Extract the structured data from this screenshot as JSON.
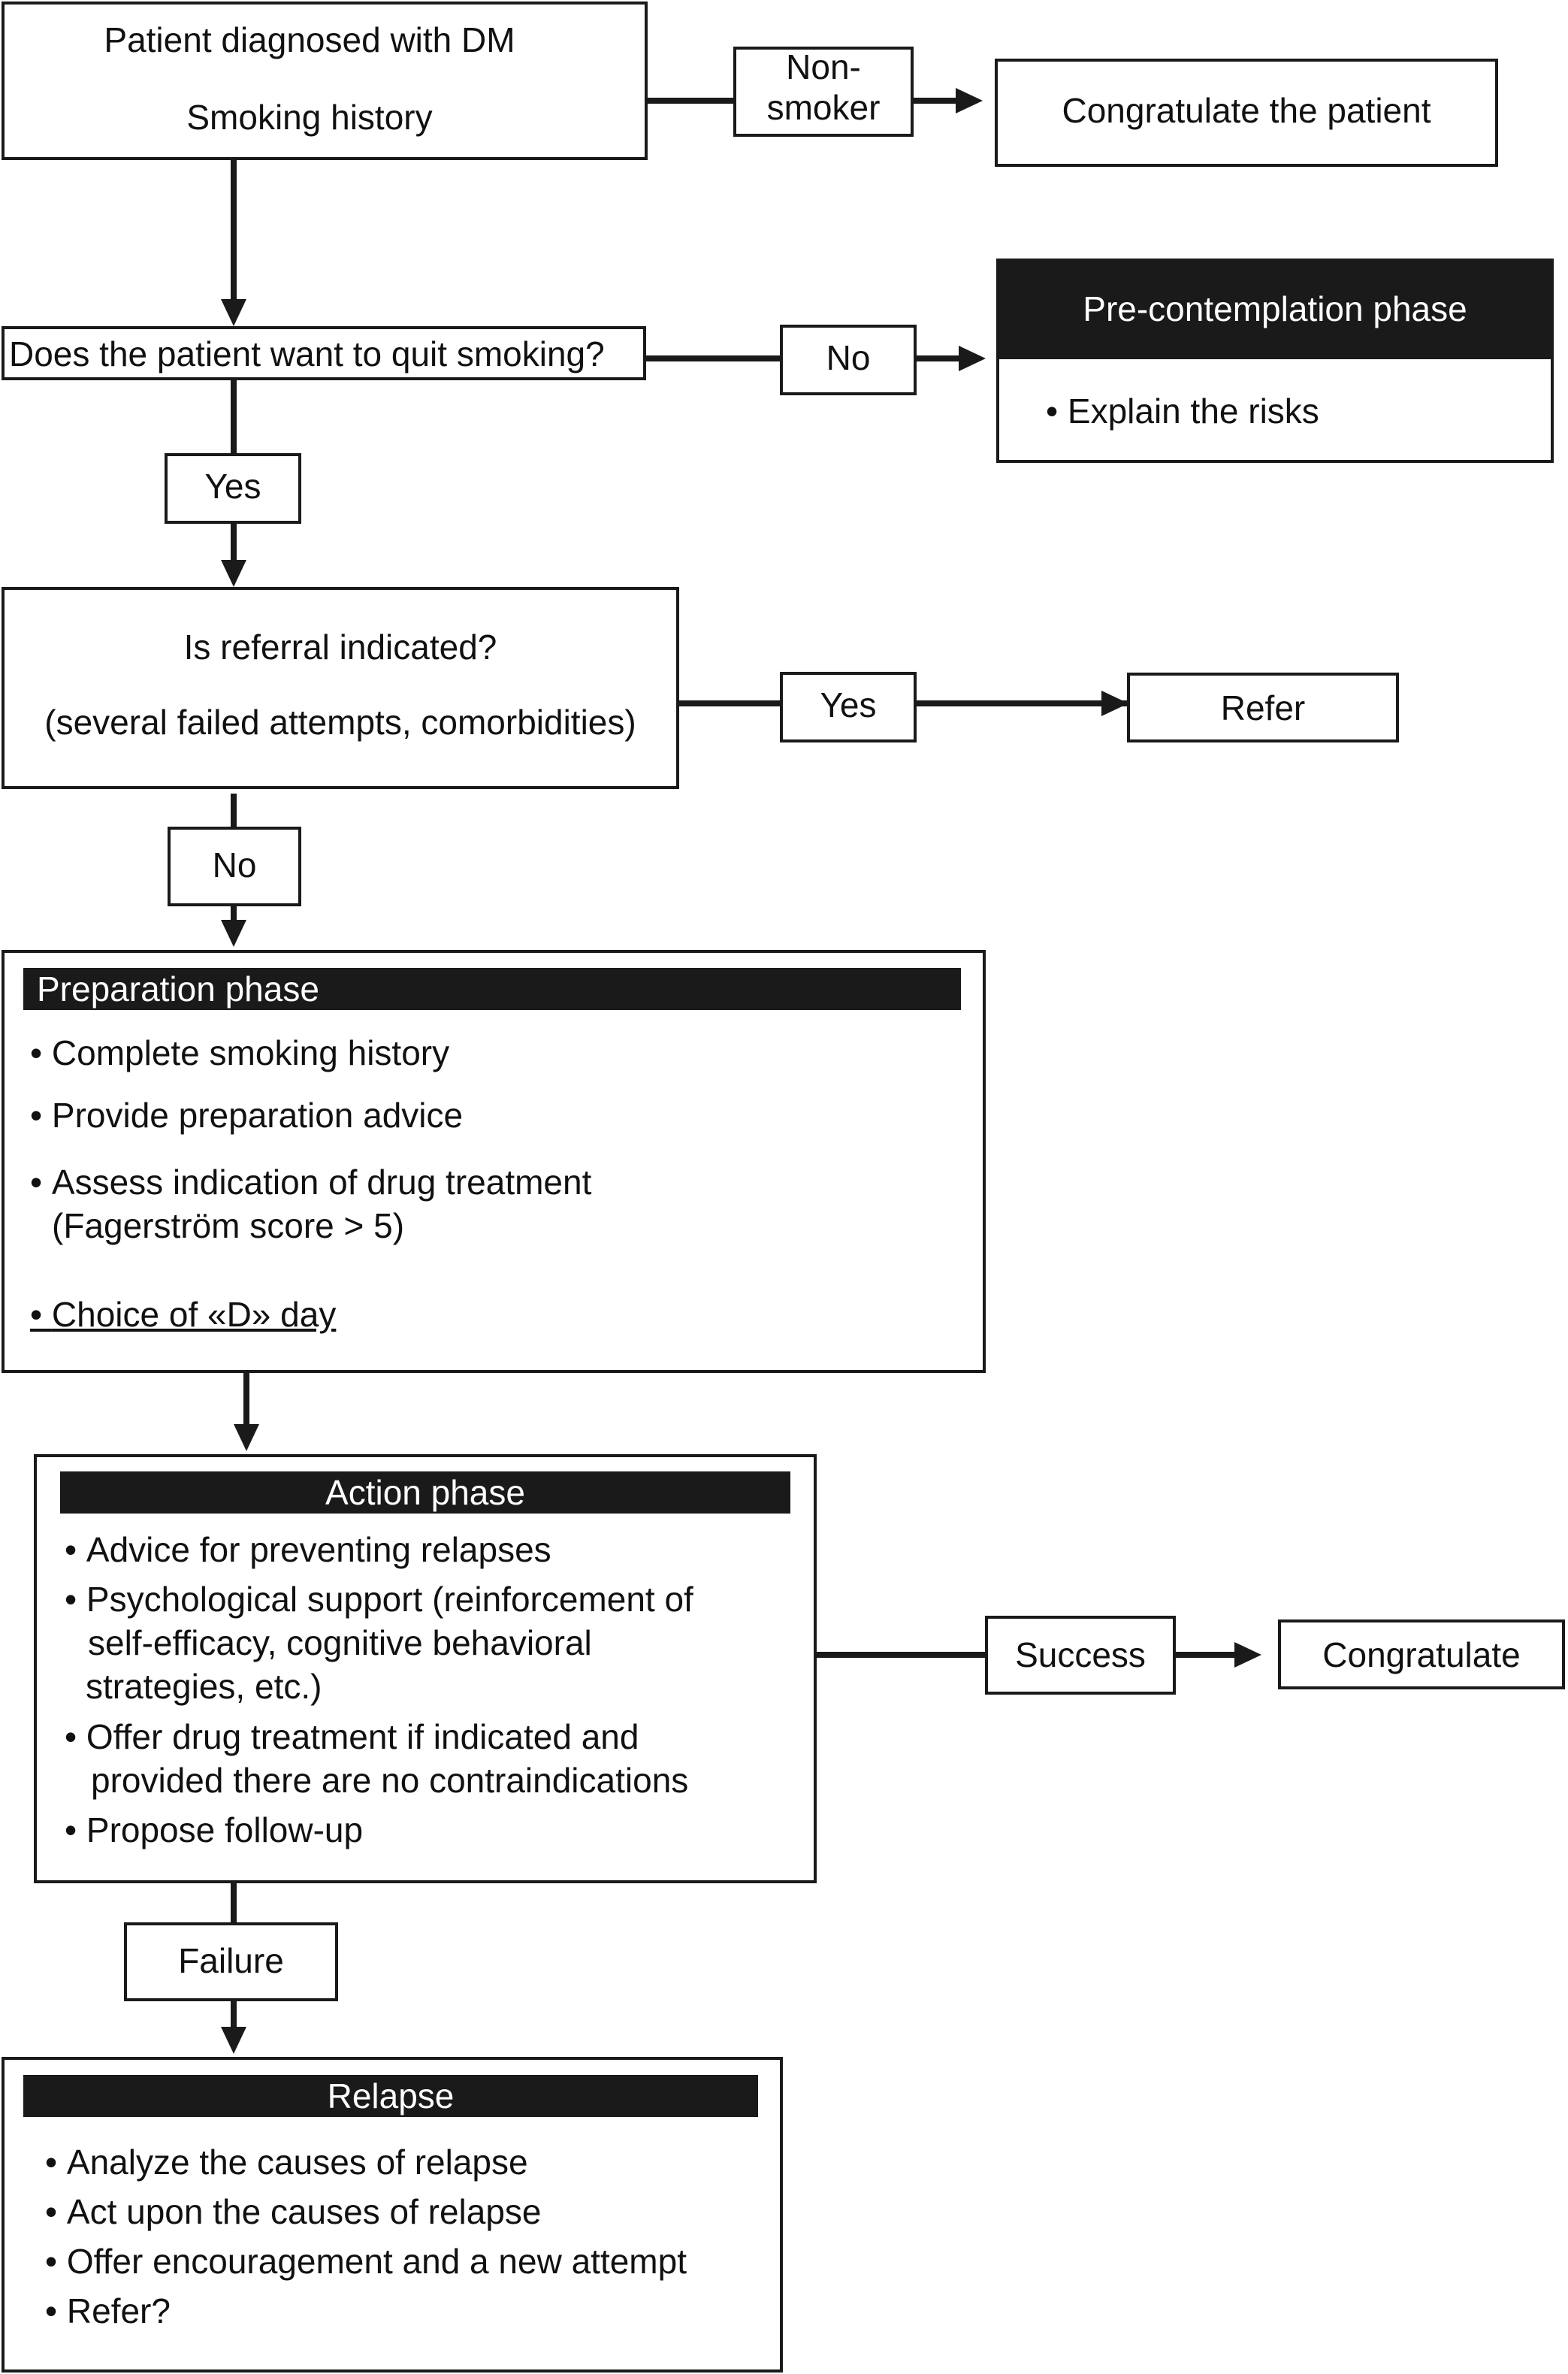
{
  "start": {
    "line1": "Patient diagnosed with DM",
    "line2": "Smoking history"
  },
  "non_smoker": {
    "label": "Non-\nsmoker",
    "result": "Congratulate the patient"
  },
  "quit_question": "Does the patient want to quit smoking?",
  "quit_no_label": "No",
  "quit_yes_label": "Yes",
  "precontemplation": {
    "title": "Pre-contemplation phase",
    "items": [
      "Explain the risks"
    ]
  },
  "referral": {
    "line1": "Is referral indicated?",
    "line2": "(several failed attempts, comorbidities)",
    "yes_label": "Yes",
    "no_label": "No",
    "result": "Refer"
  },
  "preparation": {
    "title": "Preparation phase",
    "items": [
      "Complete smoking history",
      "Provide preparation advice",
      "Assess indication of drug treatment",
      "(Fagerström score > 5)",
      "Choice of «D» day"
    ]
  },
  "action": {
    "title": "Action phase",
    "items": [
      "Advice for preventing relapses",
      "Psychological support (reinforcement of",
      "self-efficacy, cognitive behavioral",
      "strategies, etc.)",
      "Offer drug treatment if indicated and",
      "provided there are no contraindications",
      "Propose follow-up"
    ],
    "success_label": "Success",
    "success_result": "Congratulate",
    "failure_label": "Failure"
  },
  "relapse": {
    "title": "Relapse",
    "items": [
      "Analyze the causes of relapse",
      "Act upon the causes of relapse",
      "Offer encouragement and a new attempt",
      "Refer?"
    ]
  },
  "colors": {
    "line": "#1a1a1a",
    "header_fill": "#1a1a1a",
    "header_text": "#ffffff",
    "background": "#ffffff"
  }
}
